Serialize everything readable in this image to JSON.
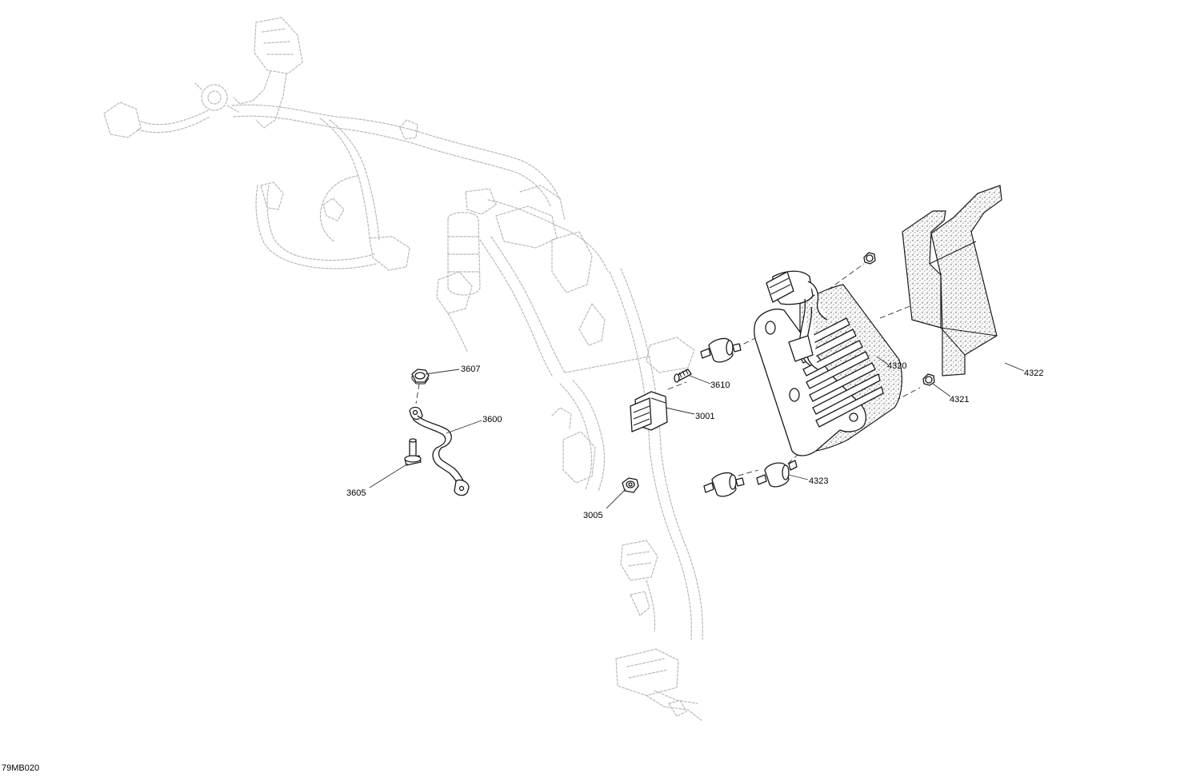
{
  "diagram": {
    "reference_code": "79MB020",
    "callouts": {
      "c3607": "3607",
      "c3600": "3600",
      "c3605": "3605",
      "c3610": "3610",
      "c3001": "3001",
      "c3005": "3005",
      "c4320": "4320",
      "c4321": "4321",
      "c4322": "4322",
      "c4323": "4323"
    }
  },
  "colors": {
    "line": "#1a1a1a",
    "ghost_line": "#b9b9b9",
    "background": "#ffffff"
  }
}
